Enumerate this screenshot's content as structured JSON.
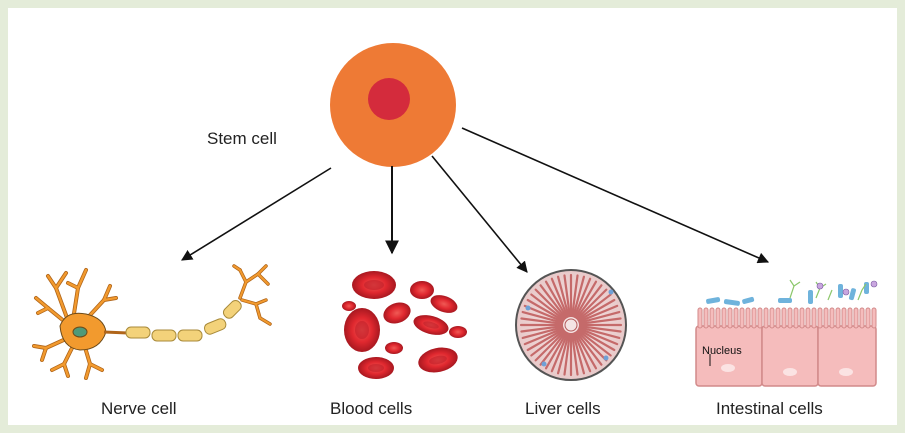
{
  "labels": {
    "stem": "Stem cell",
    "nerve": "Nerve cell",
    "blood": "Blood cells",
    "liver": "Liver cells",
    "intestinal": "Intestinal cells",
    "nucleus": "Nucleus"
  },
  "colors": {
    "page_border": "#e4ecd9",
    "stem_cytoplasm": "#ee7a35",
    "stem_nucleus": "#d42b3c",
    "nerve_body": "#f29a2e",
    "myelin": "#f3d27a",
    "blood": "#d8232a",
    "liver": "#d98a8a",
    "intestine": "#f0b3b3",
    "microvilli": "#6fb3dc"
  }
}
